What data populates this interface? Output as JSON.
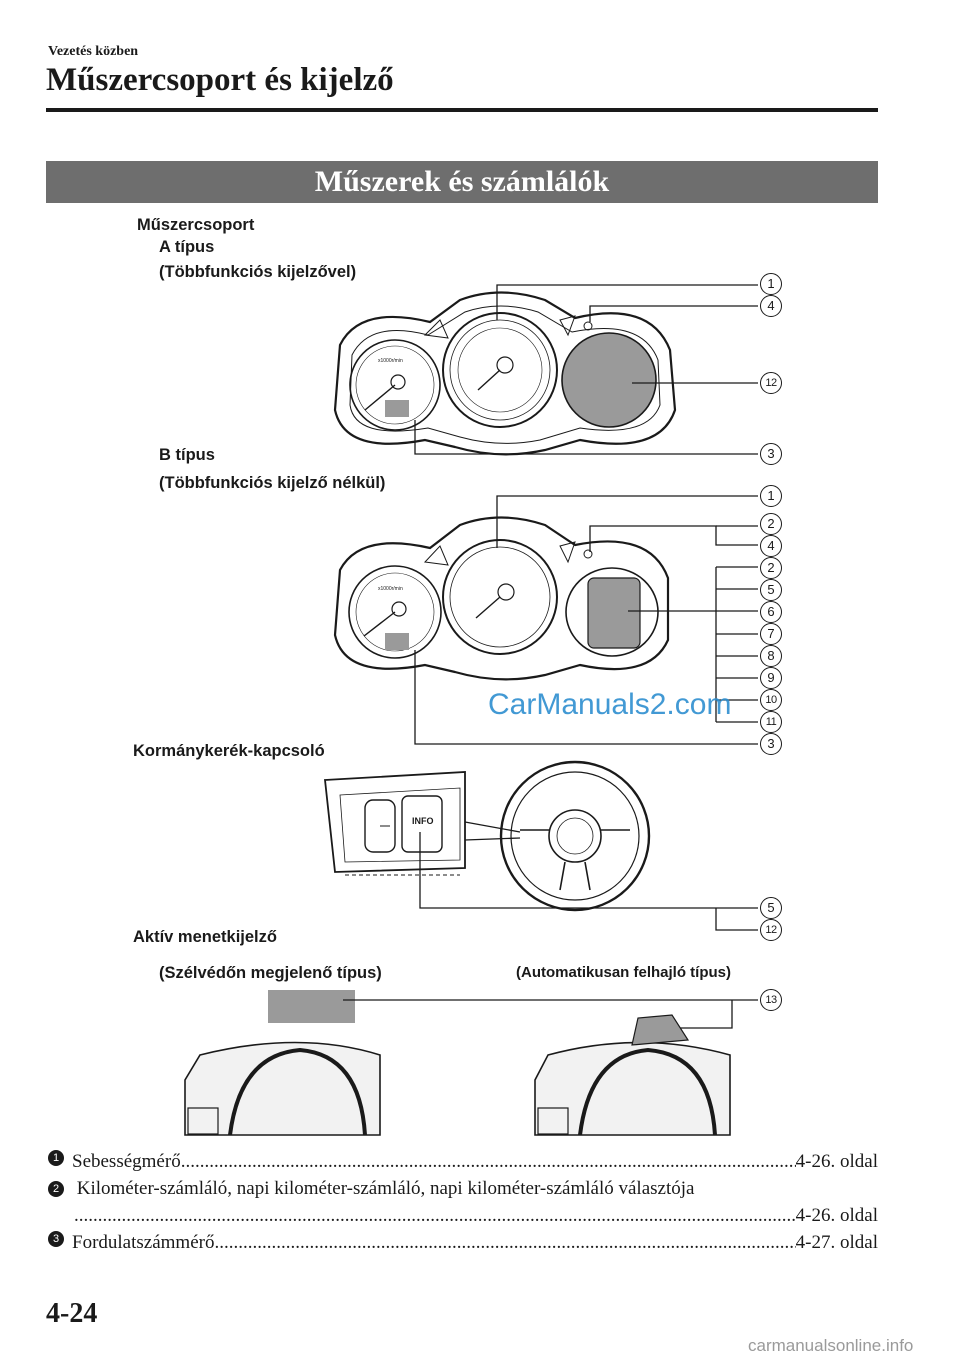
{
  "header": {
    "section": "Vezetés közben",
    "title": "Műszercsoport és kijelző"
  },
  "banner": {
    "title": "Műszerek és számlálók"
  },
  "labels": {
    "cluster": "Műszercsoport",
    "type_a": "A típus",
    "type_a_sub": "(Többfunkciós kijelzővel)",
    "type_b": "B típus",
    "type_b_sub": "(Többfunkciós kijelző nélkül)",
    "steering": "Kormánykerék-kapcsoló",
    "hud": "Aktív menetkijelző",
    "hud_windshield": "(Szélvédőn megjelenő típus)",
    "hud_popup": "(Automatikusan felhajló típus)",
    "gauge_text": "x1000r/min",
    "info_button": "INFO"
  },
  "callouts": {
    "type_a": [
      "1",
      "4",
      "12",
      "3"
    ],
    "type_b": [
      "1",
      "2",
      "4",
      "2",
      "5",
      "6",
      "7",
      "8",
      "9",
      "10",
      "11",
      "3"
    ],
    "steering": [
      "5",
      "12"
    ],
    "hud": [
      "13"
    ]
  },
  "watermark": "CarManuals2.com",
  "toc": [
    {
      "num": "1",
      "text": "Sebességmérő",
      "page": "4-26. oldal"
    },
    {
      "num": "2",
      "text": "Kilométer-számláló, napi kilométer-számláló, napi kilométer-számláló választója",
      "page": "4-26. oldal"
    },
    {
      "num": "3",
      "text": "Fordulatszámmérő",
      "page": "4-27. oldal"
    }
  ],
  "footer": {
    "page_number": "4-24",
    "site": "carmanualsonline.info"
  }
}
